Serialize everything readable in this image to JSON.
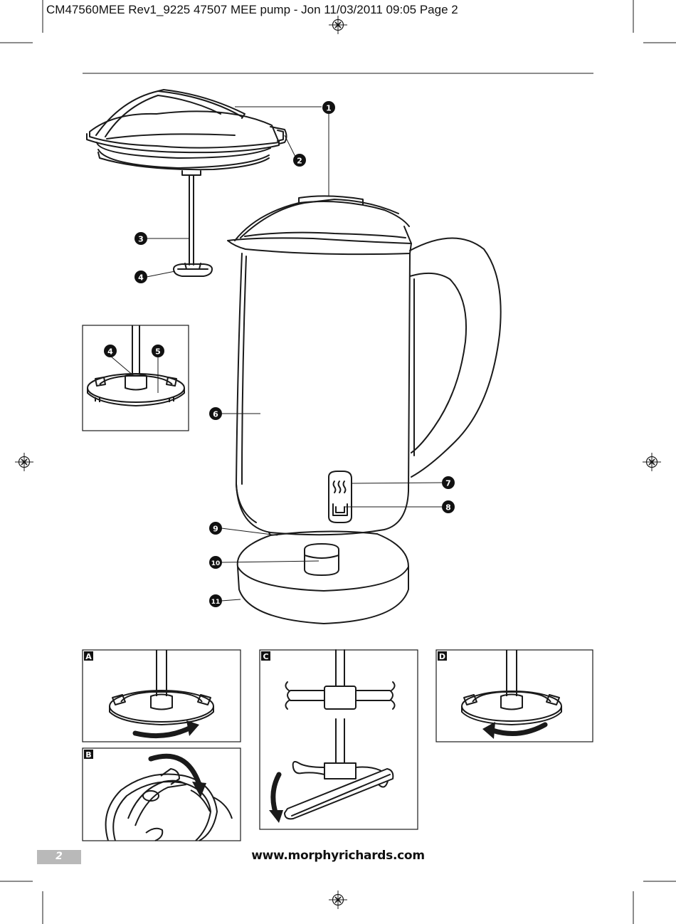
{
  "print_header": "CM47560MEE Rev1_9225 47507 MEE pump - Jon  11/03/2011  09:05  Page 2",
  "page_number": "2",
  "website": "www.morphyrichards.com",
  "callouts": [
    "1",
    "2",
    "3",
    "4",
    "5",
    "6",
    "7",
    "8",
    "9",
    "10",
    "11"
  ],
  "detail_callouts": [
    "4",
    "5"
  ],
  "step_panels": [
    "A",
    "B",
    "C",
    "D"
  ],
  "colors": {
    "line": "#1a1a1a",
    "page_box": "#b9b9b9",
    "background": "#ffffff"
  }
}
